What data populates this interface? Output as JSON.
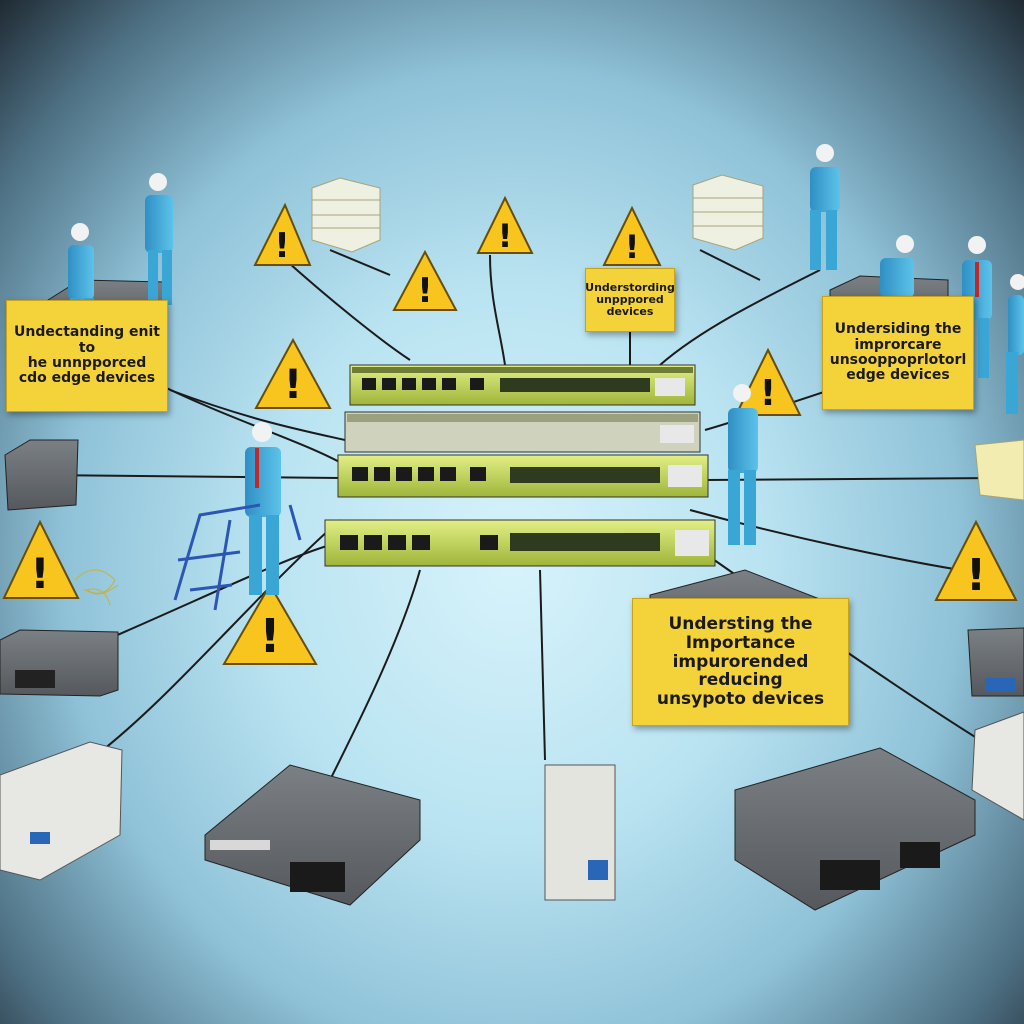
{
  "notes": [
    {
      "id": "note-1",
      "text": "Undectanding enit to\nhe unnpporced\ncdo edge devices"
    },
    {
      "id": "note-2",
      "text": "Understording\nunpppored\ndevices"
    },
    {
      "id": "note-3",
      "text": "Undersiding the\nimprorcare\nunsooppoprlotorl\nedge devices"
    },
    {
      "id": "note-4",
      "text": "Understing the Importance\nimpurorended reducing\nunsypoto devices"
    }
  ],
  "colors": {
    "background_center": "#d7f3fb",
    "background_edge": "#1f2a33",
    "sticky_note": "#f4d23a",
    "warning_sign": "#f7c51e",
    "switch_panel": "#c4d94a",
    "worker_uniform": "#3aa6d6",
    "device_gray": "#5f6468"
  },
  "icons": [
    "warning-icon",
    "network-switch-icon",
    "router-icon",
    "worker-icon",
    "server-rack-icon"
  ]
}
